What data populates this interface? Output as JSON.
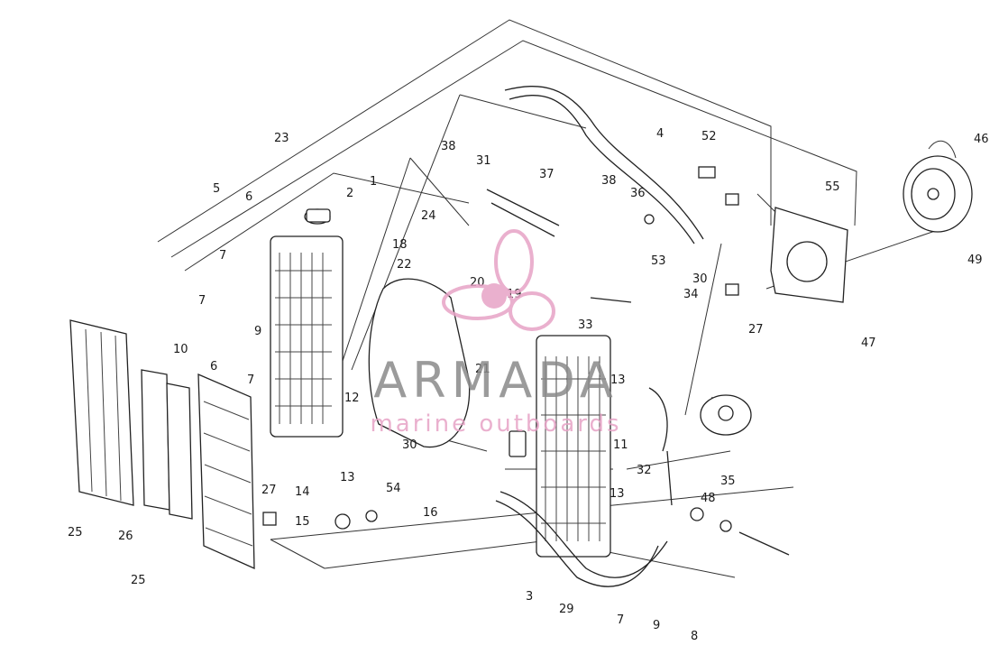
{
  "watermark": {
    "brand": "ARMADA",
    "tagline": "marine outboards",
    "brand_color": "#e7a3c6",
    "text_color": "#8a8a8a"
  },
  "callouts": [
    "1",
    "2",
    "3",
    "4",
    "5",
    "6",
    "6",
    "7",
    "7",
    "7",
    "7",
    "8",
    "9",
    "9",
    "10",
    "11",
    "12",
    "13",
    "13",
    "13",
    "14",
    "15",
    "16",
    "18",
    "19",
    "20",
    "21",
    "22",
    "23",
    "24",
    "25",
    "25",
    "26",
    "27",
    "27",
    "29",
    "30",
    "30",
    "31",
    "32",
    "33",
    "34",
    "35",
    "36",
    "37",
    "38",
    "38",
    "46",
    "47",
    "48",
    "49",
    "52",
    "53",
    "54",
    "55"
  ]
}
